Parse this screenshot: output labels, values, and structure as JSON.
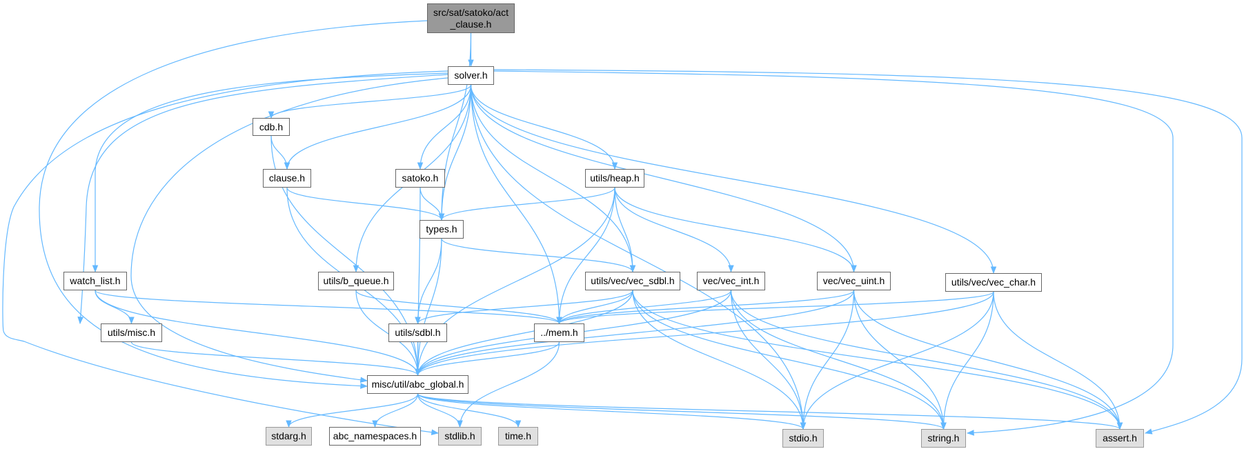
{
  "colors": {
    "edge": "#63b8ff",
    "root_fill": "#999999",
    "system_fill": "#e0e0e0",
    "border": "#666666"
  },
  "nodes": [
    {
      "id": "act_clause",
      "kind": "root",
      "label_lines": [
        "src/sat/satoko/act",
        "_clause.h"
      ]
    },
    {
      "id": "solver",
      "kind": "local",
      "label_lines": [
        "solver.h"
      ]
    },
    {
      "id": "cdb",
      "kind": "local",
      "label_lines": [
        "cdb.h"
      ]
    },
    {
      "id": "clause",
      "kind": "local",
      "label_lines": [
        "clause.h"
      ]
    },
    {
      "id": "satoko",
      "kind": "local",
      "label_lines": [
        "satoko.h"
      ]
    },
    {
      "id": "heap",
      "kind": "local",
      "label_lines": [
        "utils/heap.h"
      ]
    },
    {
      "id": "types",
      "kind": "local",
      "label_lines": [
        "types.h"
      ]
    },
    {
      "id": "watch_list",
      "kind": "local",
      "label_lines": [
        "watch_list.h"
      ]
    },
    {
      "id": "b_queue",
      "kind": "local",
      "label_lines": [
        "utils/b_queue.h"
      ]
    },
    {
      "id": "vec_sdbl",
      "kind": "local",
      "label_lines": [
        "utils/vec/vec_sdbl.h"
      ]
    },
    {
      "id": "vec_int",
      "kind": "local",
      "label_lines": [
        "vec/vec_int.h"
      ]
    },
    {
      "id": "vec_uint",
      "kind": "local",
      "label_lines": [
        "vec/vec_uint.h"
      ]
    },
    {
      "id": "vec_char",
      "kind": "local",
      "label_lines": [
        "utils/vec/vec_char.h"
      ]
    },
    {
      "id": "misc",
      "kind": "local",
      "label_lines": [
        "utils/misc.h"
      ]
    },
    {
      "id": "sdbl",
      "kind": "local",
      "label_lines": [
        "utils/sdbl.h"
      ]
    },
    {
      "id": "mem",
      "kind": "local",
      "label_lines": [
        "../mem.h"
      ]
    },
    {
      "id": "abc_global",
      "kind": "local",
      "label_lines": [
        "misc/util/abc_global.h"
      ]
    },
    {
      "id": "stdarg",
      "kind": "sys",
      "label_lines": [
        "stdarg.h"
      ]
    },
    {
      "id": "abc_namespaces",
      "kind": "local",
      "label_lines": [
        "abc_namespaces.h"
      ]
    },
    {
      "id": "stdlib",
      "kind": "sys",
      "label_lines": [
        "stdlib.h"
      ]
    },
    {
      "id": "time",
      "kind": "sys",
      "label_lines": [
        "time.h"
      ]
    },
    {
      "id": "stdio",
      "kind": "sys",
      "label_lines": [
        "stdio.h"
      ]
    },
    {
      "id": "string",
      "kind": "sys",
      "label_lines": [
        "string.h"
      ]
    },
    {
      "id": "assert",
      "kind": "sys",
      "label_lines": [
        "assert.h"
      ]
    }
  ],
  "edges": [
    [
      "act_clause",
      "solver"
    ],
    [
      "act_clause",
      "types"
    ],
    [
      "act_clause",
      "abc_global"
    ],
    [
      "solver",
      "cdb"
    ],
    [
      "solver",
      "clause"
    ],
    [
      "solver",
      "satoko"
    ],
    [
      "solver",
      "heap"
    ],
    [
      "solver",
      "types"
    ],
    [
      "solver",
      "watch_list"
    ],
    [
      "solver",
      "b_queue"
    ],
    [
      "solver",
      "vec_sdbl"
    ],
    [
      "solver",
      "vec_uint"
    ],
    [
      "solver",
      "vec_char"
    ],
    [
      "solver",
      "misc"
    ],
    [
      "solver",
      "mem"
    ],
    [
      "solver",
      "abc_global"
    ],
    [
      "solver",
      "stdlib"
    ],
    [
      "solver",
      "stdio"
    ],
    [
      "solver",
      "string"
    ],
    [
      "solver",
      "assert"
    ],
    [
      "cdb",
      "clause"
    ],
    [
      "cdb",
      "abc_global"
    ],
    [
      "clause",
      "types"
    ],
    [
      "clause",
      "abc_global"
    ],
    [
      "satoko",
      "types"
    ],
    [
      "satoko",
      "abc_global"
    ],
    [
      "heap",
      "types"
    ],
    [
      "heap",
      "vec_sdbl"
    ],
    [
      "heap",
      "vec_int"
    ],
    [
      "heap",
      "vec_uint"
    ],
    [
      "heap",
      "mem"
    ],
    [
      "heap",
      "abc_global"
    ],
    [
      "types",
      "vec_sdbl"
    ],
    [
      "types",
      "sdbl"
    ],
    [
      "types",
      "abc_global"
    ],
    [
      "watch_list",
      "misc"
    ],
    [
      "watch_list",
      "mem"
    ],
    [
      "watch_list",
      "abc_global"
    ],
    [
      "b_queue",
      "mem"
    ],
    [
      "b_queue",
      "abc_global"
    ],
    [
      "vec_sdbl",
      "sdbl"
    ],
    [
      "vec_sdbl",
      "mem"
    ],
    [
      "vec_sdbl",
      "abc_global"
    ],
    [
      "vec_sdbl",
      "stdio"
    ],
    [
      "vec_sdbl",
      "string"
    ],
    [
      "vec_sdbl",
      "assert"
    ],
    [
      "vec_int",
      "mem"
    ],
    [
      "vec_int",
      "abc_global"
    ],
    [
      "vec_int",
      "stdio"
    ],
    [
      "vec_int",
      "string"
    ],
    [
      "vec_int",
      "assert"
    ],
    [
      "vec_uint",
      "mem"
    ],
    [
      "vec_uint",
      "abc_global"
    ],
    [
      "vec_uint",
      "stdio"
    ],
    [
      "vec_uint",
      "string"
    ],
    [
      "vec_uint",
      "assert"
    ],
    [
      "vec_char",
      "mem"
    ],
    [
      "vec_char",
      "abc_global"
    ],
    [
      "vec_char",
      "stdio"
    ],
    [
      "vec_char",
      "string"
    ],
    [
      "vec_char",
      "assert"
    ],
    [
      "misc",
      "abc_global"
    ],
    [
      "sdbl",
      "abc_global"
    ],
    [
      "mem",
      "abc_global"
    ],
    [
      "mem",
      "stdlib"
    ],
    [
      "abc_global",
      "stdarg"
    ],
    [
      "abc_global",
      "abc_namespaces"
    ],
    [
      "abc_global",
      "stdlib"
    ],
    [
      "abc_global",
      "time"
    ],
    [
      "abc_global",
      "stdio"
    ],
    [
      "abc_global",
      "string"
    ],
    [
      "abc_global",
      "assert"
    ]
  ]
}
